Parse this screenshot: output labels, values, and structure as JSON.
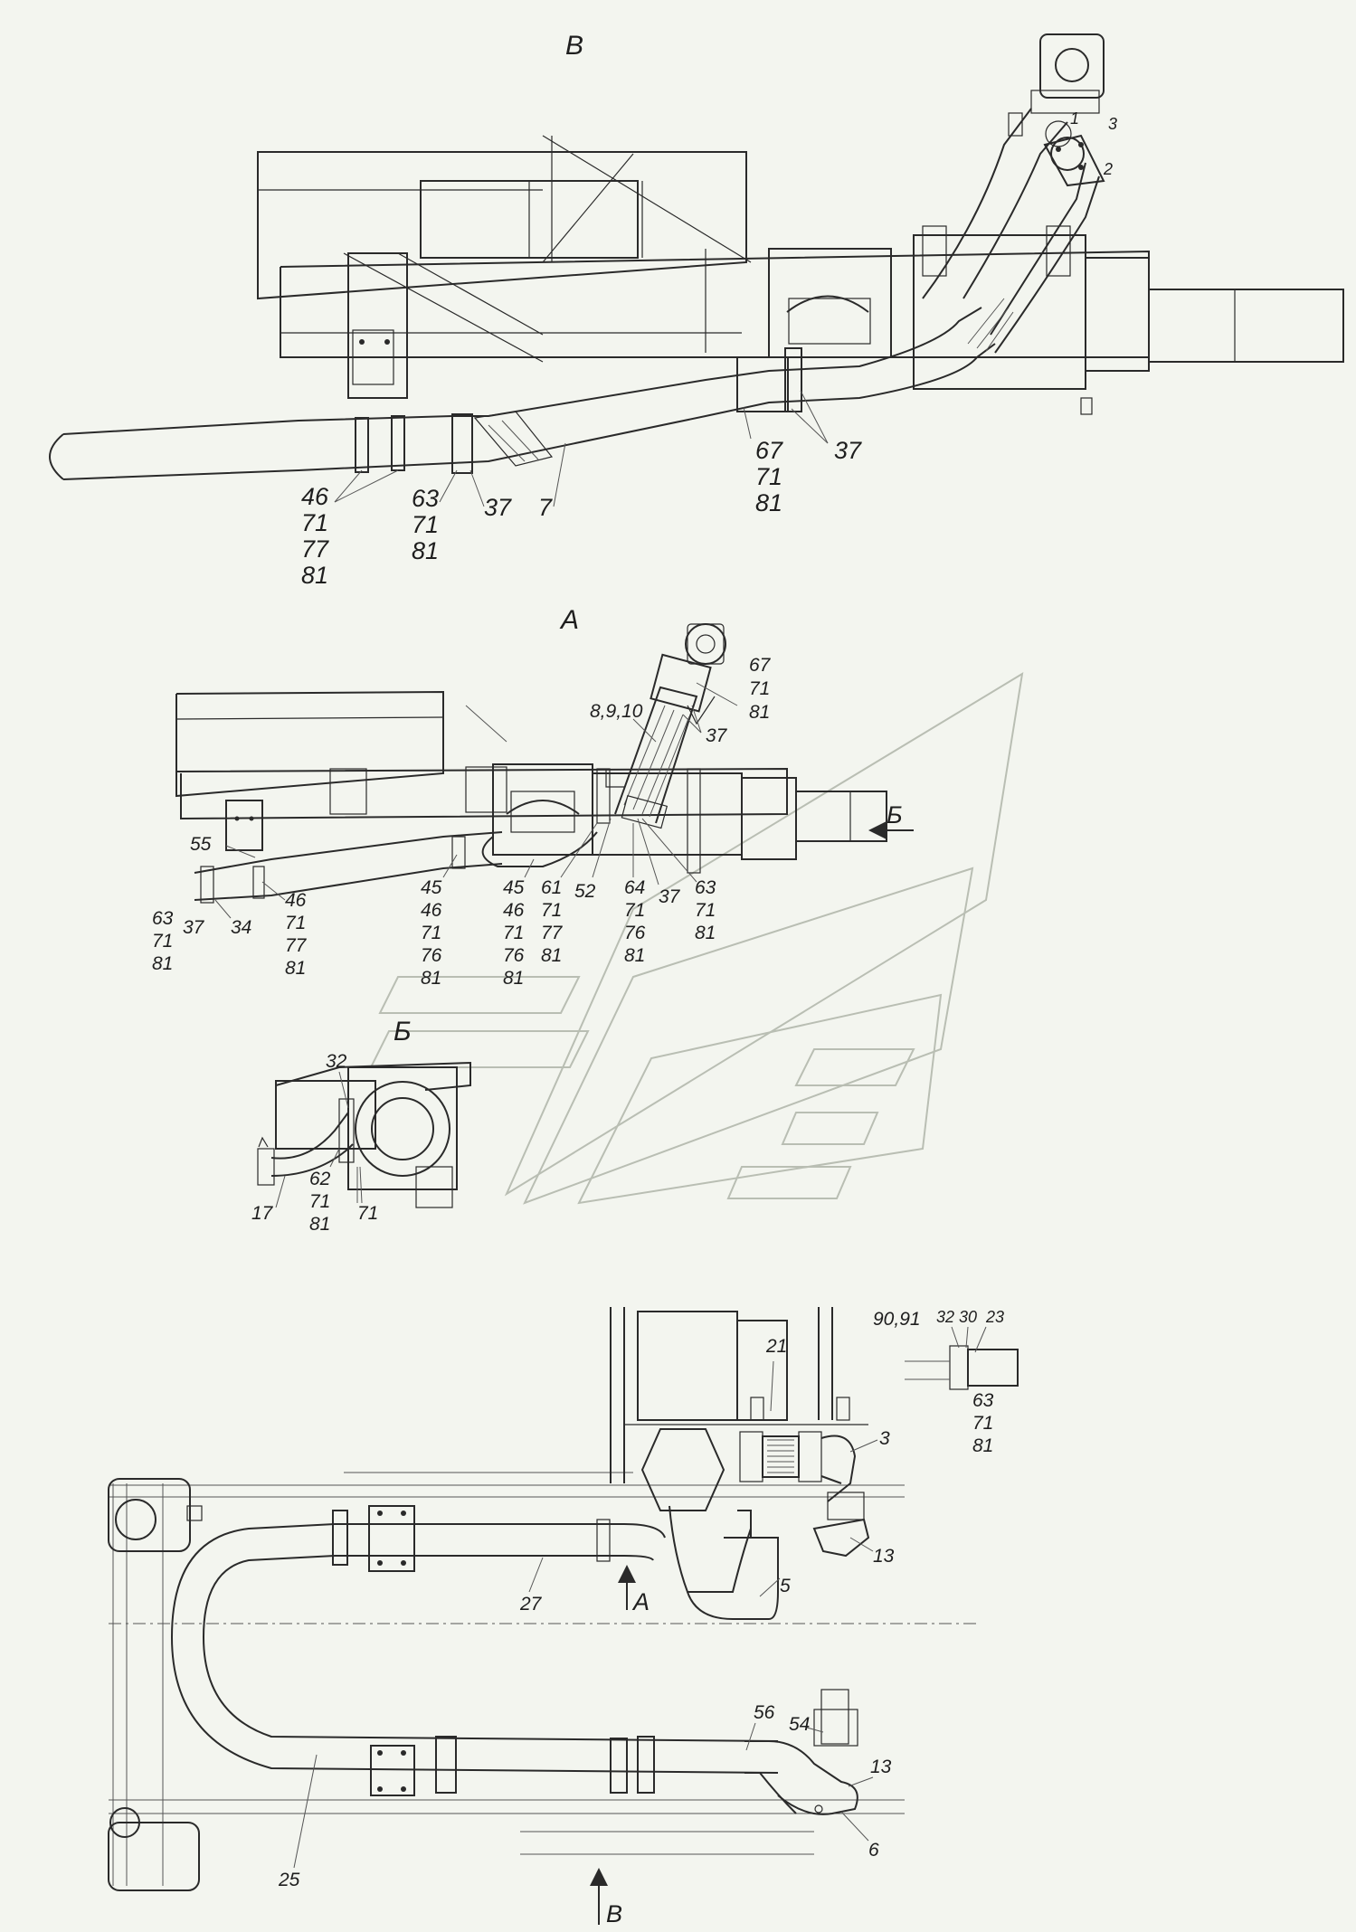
{
  "views": {
    "v": "В",
    "a": "А",
    "b": "Б"
  },
  "view_v_labels": {
    "c1": [
      "46",
      "71",
      "77",
      "81"
    ],
    "c2": [
      "63",
      "71",
      "81"
    ],
    "c3": "37",
    "c4": "7",
    "c5": [
      "67",
      "71",
      "81"
    ],
    "c6": "37",
    "flange": [
      "1",
      "2",
      "3"
    ]
  },
  "view_a_labels": {
    "top": [
      "67",
      "71",
      "81"
    ],
    "pipe": "8,9,10",
    "clamp_top": "37",
    "arrow_b": "Б",
    "l55": "55",
    "l34": "34",
    "l37a": "37",
    "left": [
      "63",
      "71",
      "81"
    ],
    "left2": [
      "46",
      "71",
      "77",
      "81"
    ],
    "m1": [
      "45",
      "46",
      "71",
      "76",
      "81"
    ],
    "m2": [
      "45",
      "46",
      "71",
      "76",
      "81"
    ],
    "m3": [
      "61",
      "71",
      "77",
      "81"
    ],
    "m4": "52",
    "m5": [
      "64",
      "71",
      "76",
      "81"
    ],
    "m6": "37",
    "m7": [
      "63",
      "71",
      "81"
    ]
  },
  "view_b_labels": {
    "l32": "32",
    "l62": [
      "62",
      "71",
      "81"
    ],
    "l17": "17",
    "l71": "71"
  },
  "plan_labels": {
    "l21": "21",
    "l9091": "90,91",
    "l32": "32",
    "l30": "30",
    "l23": "23",
    "right": [
      "63",
      "71",
      "81"
    ],
    "l3": "3",
    "l13a": "13",
    "l5": "5",
    "l27": "27",
    "arrow_a": "А",
    "l54": "54",
    "l56": "56",
    "l13b": "13",
    "l6": "6",
    "l25": "25",
    "arrow_v": "В"
  }
}
